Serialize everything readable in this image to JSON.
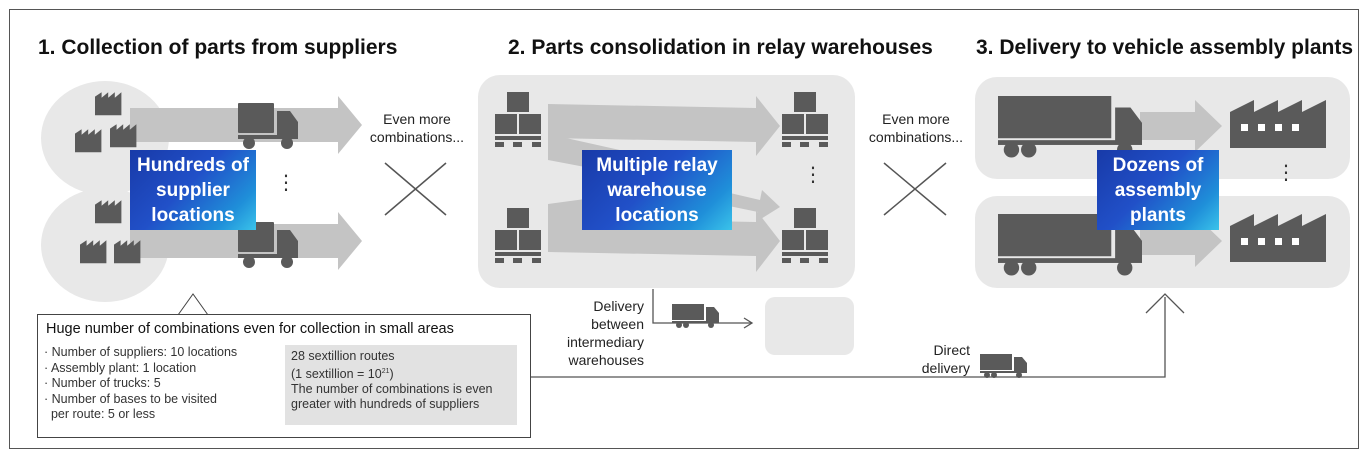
{
  "headings": {
    "step1": "1. Collection of parts from suppliers",
    "step2": "2. Parts consolidation in relay warehouses",
    "step3": "3. Delivery to vehicle assembly plants"
  },
  "blue_boxes": {
    "suppliers": "Hundreds of supplier locations",
    "warehouses": "Multiple relay warehouse locations",
    "plants": "Dozens of assembly plants"
  },
  "labels": {
    "more_combinations": "Even more combinations...",
    "more_combinations_2": "Even more combinations...",
    "delivery_between": "Delivery between intermediary warehouses",
    "direct_delivery": "Direct delivery",
    "ellipsis": "⋮"
  },
  "info": {
    "title": "Huge number of combinations even for collection in small areas",
    "bullets": [
      "· Number of suppliers: 10 locations",
      "· Assembly plant: 1 location",
      "· Number of trucks: 5",
      "· Number of bases to be visited",
      "  per route: 5 or less"
    ],
    "result_line1": "28 sextillion routes",
    "result_line2_pre": "(1 sextillion = 10",
    "result_line2_exp": "21",
    "result_line2_post": ")",
    "result_line3": "The number of combinations is even greater with hundreds of suppliers"
  },
  "colors": {
    "icon_gray": "#5a5a5a",
    "arrow_gray": "#c4c4c4",
    "panel_gray": "#e8e8e8",
    "blue_start": "#183aa8",
    "blue_end": "#3ac3ea"
  }
}
